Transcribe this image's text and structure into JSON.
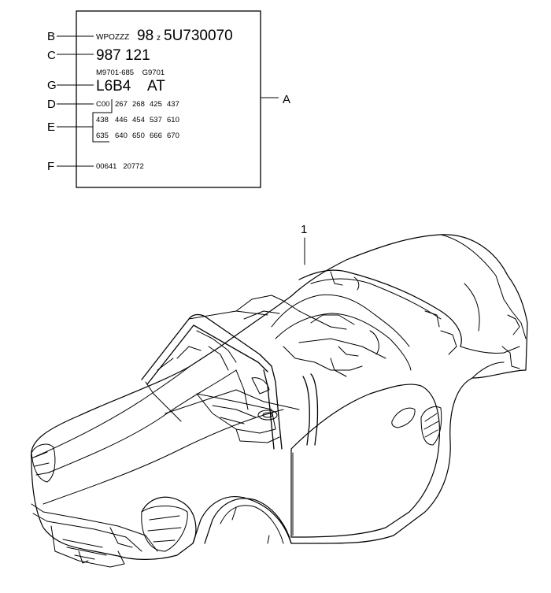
{
  "label_plate": {
    "callout": "A",
    "rows": [
      {
        "letter": "B",
        "prefix": "WPOZZZ",
        "code_a": "98",
        "code_z": "z",
        "code_b": "5U730070"
      },
      {
        "letter": "C",
        "value": "987 121"
      },
      {
        "sub": "M9701-685    G9701"
      },
      {
        "letter": "G",
        "value_a": "L6B4",
        "value_b": "AT"
      },
      {
        "letter": "D",
        "prefix": "C00",
        "codes": [
          "267",
          "268",
          "425",
          "437"
        ]
      },
      {
        "letter": "E",
        "codes_1": [
          "438",
          "446",
          "454",
          "537",
          "610"
        ],
        "codes_2": [
          "635",
          "640",
          "650",
          "666",
          "670"
        ]
      },
      {
        "letter": "F",
        "value": "00641   20772"
      }
    ]
  },
  "body_callout": "1"
}
